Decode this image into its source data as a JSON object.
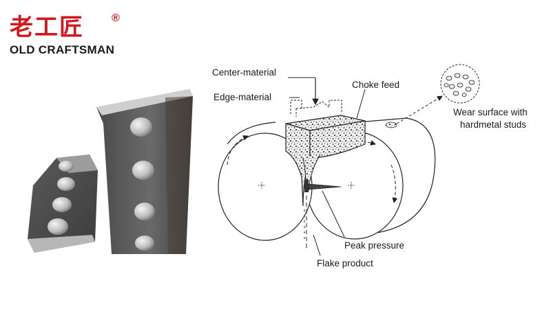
{
  "brand": {
    "name_cn": "老工匠",
    "registered_mark": "®",
    "name_en": "OLD CRAFTSMAN"
  },
  "diagram": {
    "labels": {
      "center_material": "Center-material",
      "edge_material": "Edge-material",
      "choke_feed": "Choke feed",
      "wear_surface_line1": "Wear surface with",
      "wear_surface_line2": "hardmetal studs",
      "peak_pressure": "Peak pressure",
      "flake_product": "Flake product"
    }
  },
  "colors": {
    "brand_red": "#d5161d",
    "metal_dark": "#5b5b5b",
    "metal_light": "#a9a9a9",
    "line": "#222222"
  }
}
